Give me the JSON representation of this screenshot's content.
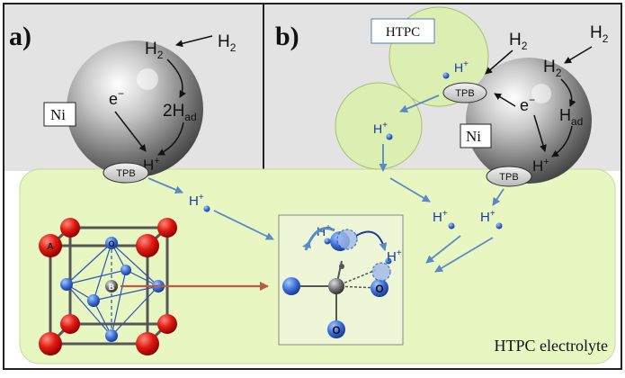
{
  "panels": {
    "a": {
      "label": "a)",
      "ni_label": "Ni",
      "h2": "H",
      "h2_sub": "2",
      "h2_mid": "H",
      "h2_mid_sub": "2",
      "electron": "e",
      "electron_sup": "−",
      "had_coef": "2H",
      "had_sub": "ad",
      "hplus": "H",
      "hplus_sup": "+",
      "tpb": "TPB"
    },
    "b": {
      "label": "b)",
      "htpc_label": "HTPC",
      "ni_label": "Ni",
      "h2": "H",
      "h2_sub": "2",
      "electron": "e",
      "electron_sup": "−",
      "had": "H",
      "had_sub": "ad",
      "hplus": "H",
      "hplus_sup": "+",
      "tpb": "TPB"
    }
  },
  "electrolyte": {
    "label": "HTPC electrolyte",
    "hplus": "H",
    "hplus_sup": "+",
    "site_a": "A",
    "site_b": "B",
    "oxygen": "O"
  },
  "colors": {
    "panel_bg": "#e3e3e3",
    "electrolyte_fill": "#e8f6c2",
    "htpc_sphere": "#dcefb2",
    "oxygen_red": "#dd1111",
    "ion_blue": "#3a6fd8",
    "arrow_blue": "#5b88c6",
    "arrow_red": "#b85a45",
    "text_blue": "#1a3a9c"
  }
}
